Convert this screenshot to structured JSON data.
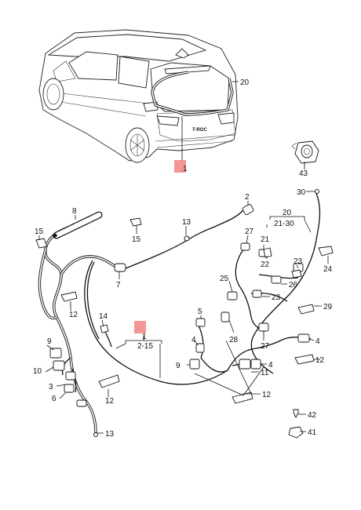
{
  "diagram": {
    "badge": "T-ROC",
    "marker_left": "1",
    "marker_right": "1",
    "callouts": [
      {
        "id": "c20a",
        "text": "20"
      },
      {
        "id": "c43",
        "text": "43"
      },
      {
        "id": "c30",
        "text": "30"
      },
      {
        "id": "c2",
        "text": "2"
      },
      {
        "id": "c8",
        "text": "8"
      },
      {
        "id": "c13a",
        "text": "13"
      },
      {
        "id": "c15a",
        "text": "15"
      },
      {
        "id": "c15b",
        "text": "15"
      },
      {
        "id": "c20b",
        "text": "20"
      },
      {
        "id": "c2130",
        "text": "21-30"
      },
      {
        "id": "c27a",
        "text": "27"
      },
      {
        "id": "c21",
        "text": "21"
      },
      {
        "id": "c22",
        "text": "22"
      },
      {
        "id": "c23a",
        "text": "23"
      },
      {
        "id": "c24",
        "text": "24"
      },
      {
        "id": "c7",
        "text": "7"
      },
      {
        "id": "c12a",
        "text": "12"
      },
      {
        "id": "c25",
        "text": "25"
      },
      {
        "id": "c26",
        "text": "26"
      },
      {
        "id": "c23b",
        "text": "23"
      },
      {
        "id": "c29",
        "text": "29"
      },
      {
        "id": "c14",
        "text": "14"
      },
      {
        "id": "c5",
        "text": "5"
      },
      {
        "id": "c28",
        "text": "28"
      },
      {
        "id": "c27b",
        "text": "27"
      },
      {
        "id": "c4a",
        "text": "4"
      },
      {
        "id": "c9a",
        "text": "9"
      },
      {
        "id": "c215",
        "text": "2-15"
      },
      {
        "id": "c4b",
        "text": "4"
      },
      {
        "id": "c12b",
        "text": "12"
      },
      {
        "id": "c9b",
        "text": "9"
      },
      {
        "id": "c10",
        "text": "10"
      },
      {
        "id": "c3",
        "text": "3"
      },
      {
        "id": "c6",
        "text": "6"
      },
      {
        "id": "c4c",
        "text": "4"
      },
      {
        "id": "c11",
        "text": "11"
      },
      {
        "id": "c12c",
        "text": "12"
      },
      {
        "id": "c12d",
        "text": "12"
      },
      {
        "id": "c42",
        "text": "42"
      },
      {
        "id": "c41",
        "text": "41"
      },
      {
        "id": "c13b",
        "text": "13"
      }
    ]
  }
}
